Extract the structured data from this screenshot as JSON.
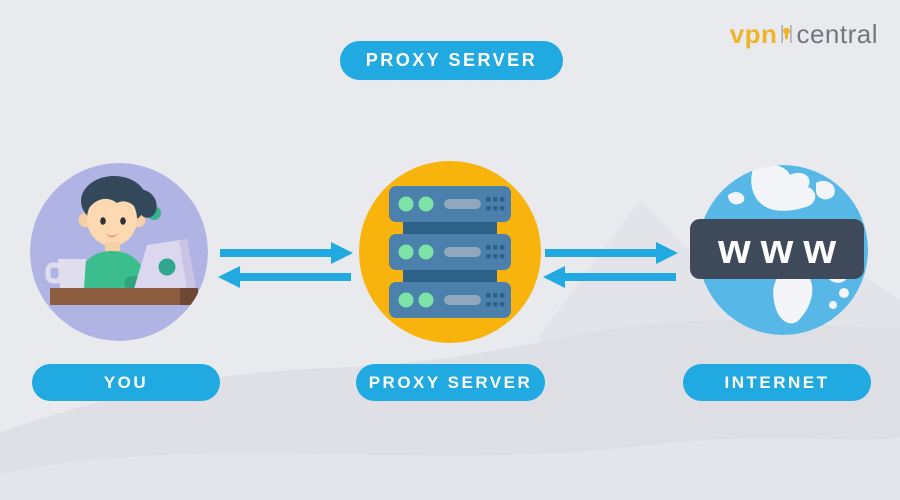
{
  "brand": {
    "vpn_text": "vpn",
    "central_text": "central",
    "vpn_color": "#F0B429",
    "central_color": "#75767B",
    "mark_icon": "keyhole-icon"
  },
  "title_badge": {
    "label": "PROXY SERVER"
  },
  "nodes": [
    {
      "id": "you",
      "label": "YOU",
      "icon": "person-at-laptop-icon",
      "circle_color": "#AFB4E4"
    },
    {
      "id": "proxy-server",
      "label": "PROXY SERVER",
      "icon": "server-stack-icon",
      "circle_color": "#F8B30D"
    },
    {
      "id": "internet",
      "label": "INTERNET",
      "icon": "globe-icon",
      "banner_label": "www",
      "circle_color": "#57B8E8",
      "banner_color": "#3E4A59"
    }
  ],
  "arrows": [
    {
      "from": "you",
      "to": "proxy-server",
      "direction": "right"
    },
    {
      "from": "proxy-server",
      "to": "you",
      "direction": "left"
    },
    {
      "from": "proxy-server",
      "to": "internet",
      "direction": "right"
    },
    {
      "from": "internet",
      "to": "proxy-server",
      "direction": "left"
    }
  ],
  "colors": {
    "accent_blue": "#21A9E2",
    "background": "#E9EAEE",
    "label_text": "#FFFFFF",
    "server_rack": "#4A80AB",
    "server_led": "#7BE4A6",
    "desk_brown": "#8B5C3D",
    "shirt_green": "#3BBD8D"
  }
}
